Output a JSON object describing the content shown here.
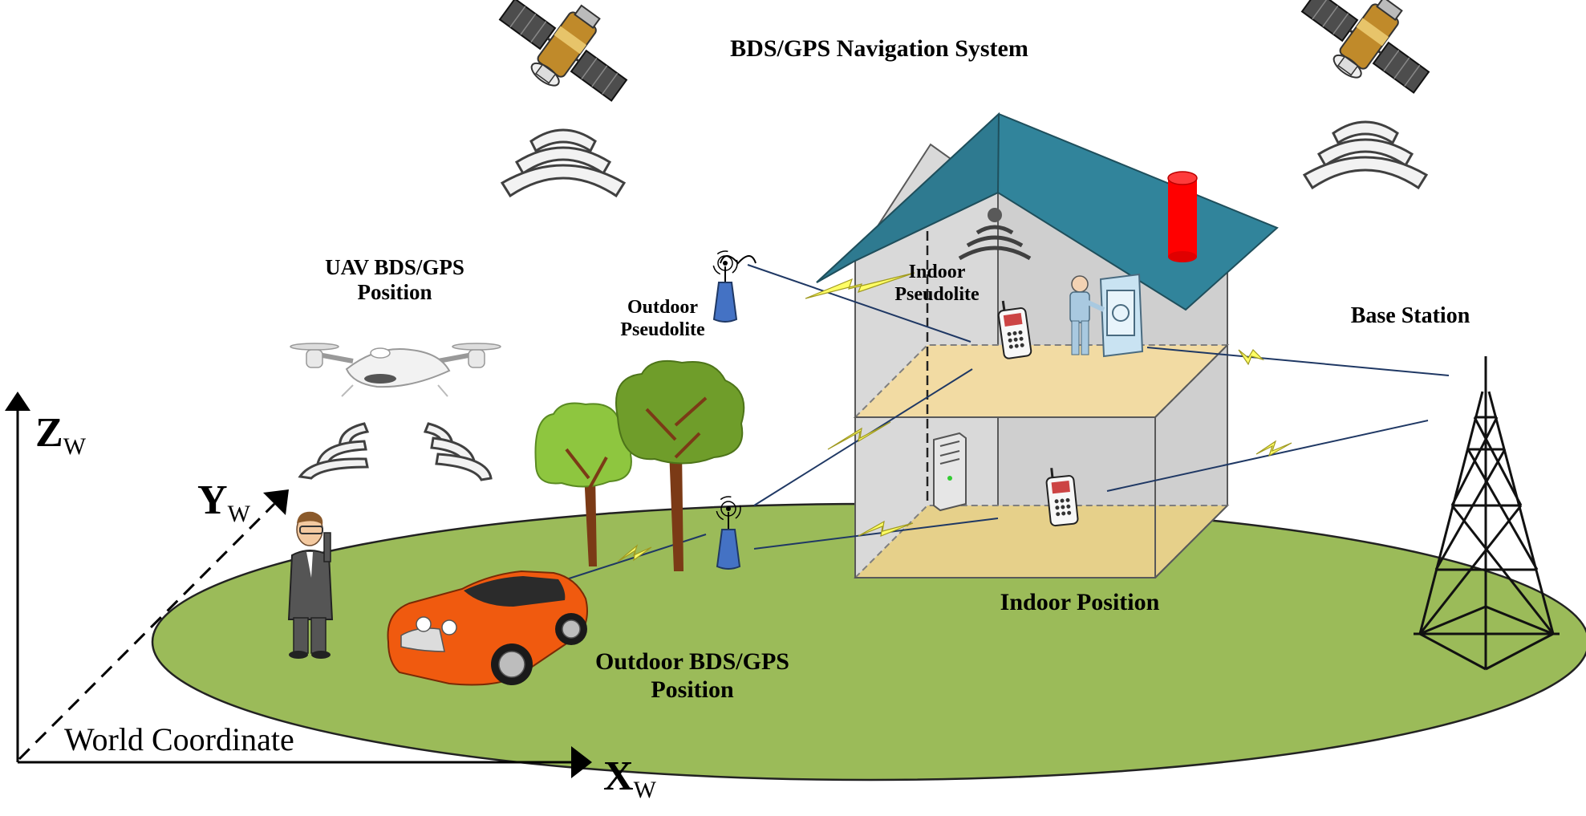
{
  "title": "BDS/GPS Navigation System",
  "labels": {
    "uav": "UAV BDS/GPS Position",
    "outdoor_pseudolite": "Outdoor Pseudolite",
    "indoor_pseudolite": "Indoor Pseudolite",
    "base_station": "Base Station",
    "indoor_position": "Indoor Position",
    "outdoor_position": "Outdoor BDS/GPS Position",
    "world_coordinate": "World Coordinate"
  },
  "axes": {
    "x": {
      "letter": "X",
      "sub": "W"
    },
    "y": {
      "letter": "Y",
      "sub": "W"
    },
    "z": {
      "letter": "Z",
      "sub": "W"
    }
  },
  "colors": {
    "ground": "#9bbb59",
    "roof": "#31849b",
    "chimney": "#ff0000",
    "floor": "#f2dba3",
    "wall": "#d9d9d9",
    "tree": "#76a12b",
    "trunk": "#7b3a16",
    "car": "#f05a0f",
    "pseudolite": "#4472c4",
    "signal_line": "#1f3864",
    "lightning": "#ffff66"
  }
}
